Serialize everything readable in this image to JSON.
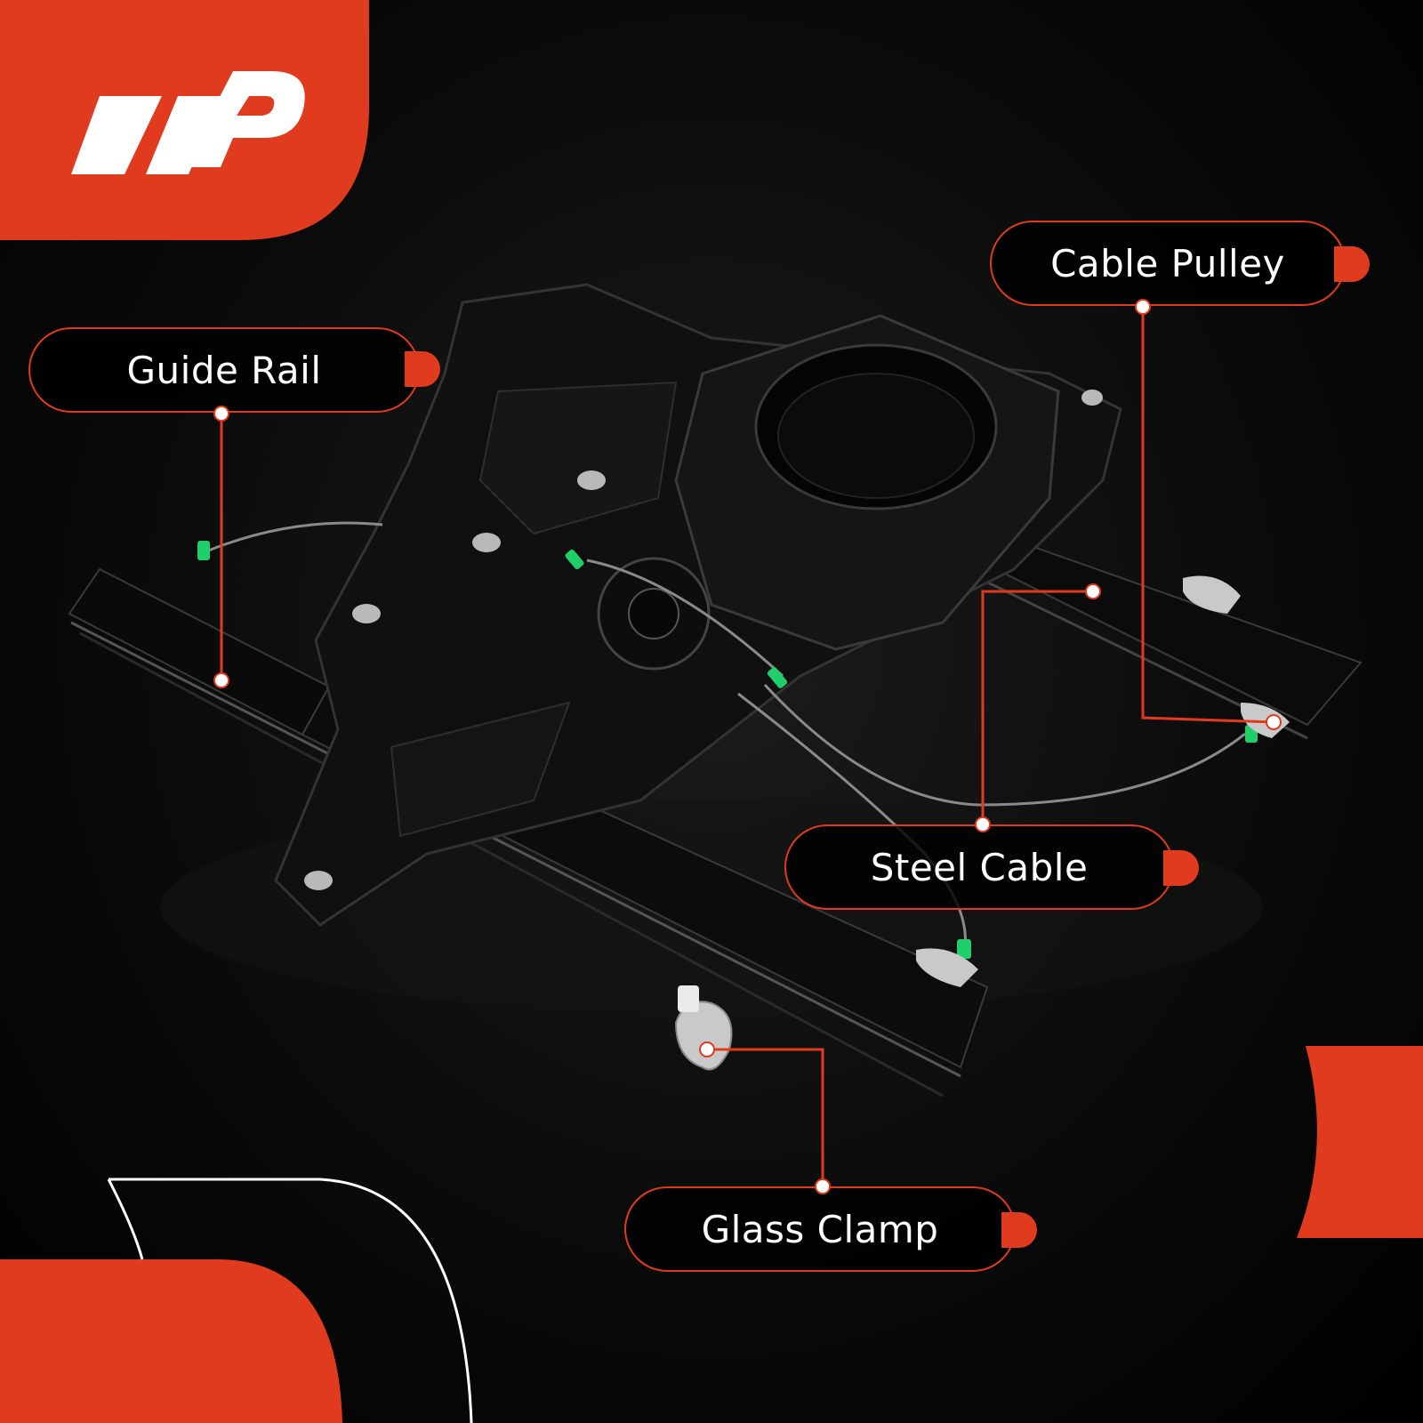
{
  "brand": {
    "logo_name": "brand-logo",
    "accent_color": "#e03a1f"
  },
  "callouts": {
    "guide_rail": {
      "label": "Guide Rail"
    },
    "cable_pulley": {
      "label": "Cable Pulley"
    },
    "steel_cable": {
      "label": "Steel Cable"
    },
    "glass_clamp": {
      "label": "Glass Clamp"
    }
  }
}
